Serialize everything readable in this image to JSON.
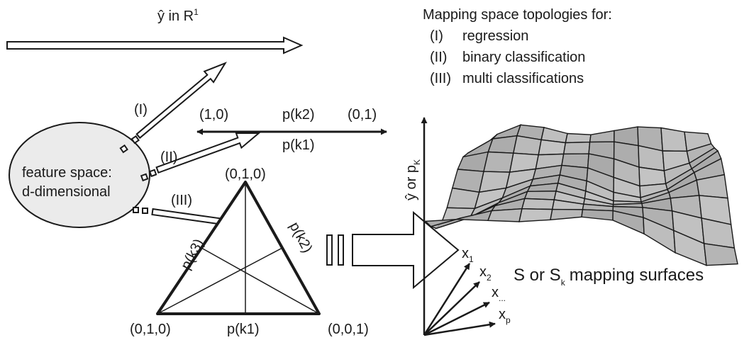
{
  "title": "Mapping space topologies for:",
  "topologies": [
    {
      "num": "(I)",
      "label": "regression"
    },
    {
      "num": "(II)",
      "label": "binary classification"
    },
    {
      "num": "(III)",
      "label": "multi classifications"
    }
  ],
  "regression_axis": {
    "label": "ŷ in R",
    "superscript": "1"
  },
  "feature_space": {
    "line1": "feature space:",
    "line2": "d-dimensional"
  },
  "arrow_labels": {
    "i": "(I)",
    "ii": "(II)",
    "iii": "(III)"
  },
  "binary_axis": {
    "left_end": "(1,0)",
    "right_end": "(0,1)",
    "top_label": "p(k2)",
    "bottom_label": "p(k1)"
  },
  "simplex": {
    "top_vertex": "(0,1,0)",
    "bottom_left_vertex": "(0,1,0)",
    "bottom_right_vertex": "(0,0,1)",
    "left_edge": "p(k3)",
    "right_edge": "p(k2)",
    "bottom_edge": "p(k1)"
  },
  "surface_plot": {
    "vertical_axis": "ŷ or p",
    "vertical_axis_sub": "K",
    "inputs": [
      {
        "base": "x",
        "sub": "1"
      },
      {
        "base": "x",
        "sub": "2"
      },
      {
        "base": "x",
        "sub": "..."
      },
      {
        "base": "x",
        "sub": "p"
      }
    ],
    "caption_prefix": "S or S",
    "caption_sub": "k",
    "caption_suffix": "mapping surfaces"
  },
  "colors": {
    "ellipse_fill": "#ebebeb",
    "surface_fill": "#a9a9a9",
    "line": "#1a1a1a",
    "arrow_fill": "#ffffff"
  }
}
